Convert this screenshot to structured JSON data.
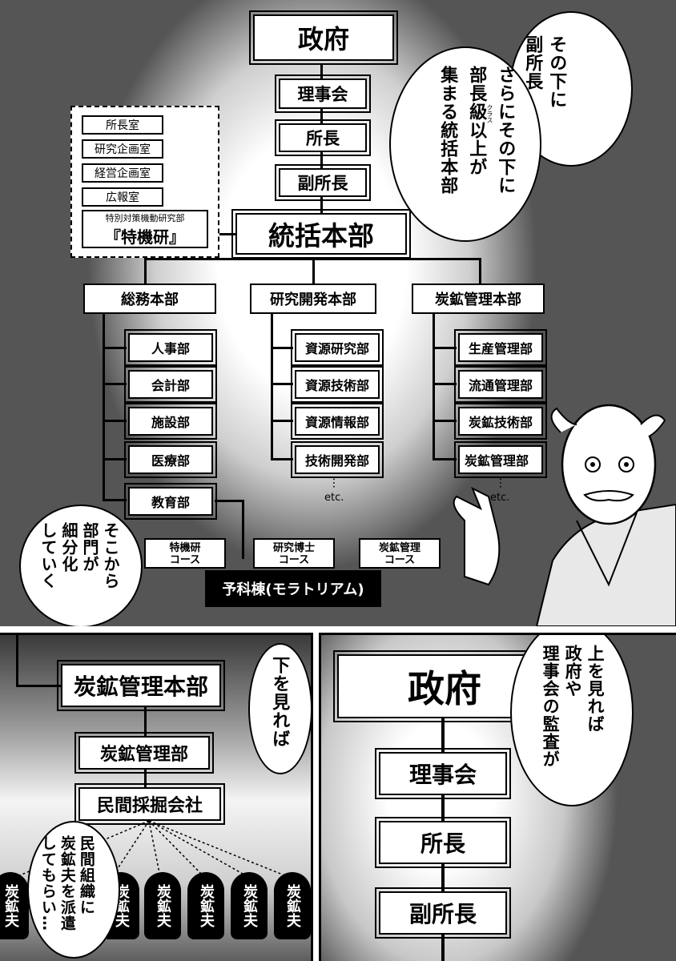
{
  "panel1": {
    "chart": {
      "government": "政府",
      "board": "理事会",
      "director": "所長",
      "vice_director": "副所長",
      "hq": "統括本部",
      "staff_offices": [
        "所長室",
        "研究企画室",
        "経営企画室",
        "広報室"
      ],
      "special_unit_small": "特別対策機動研究部",
      "special_unit_big": "『特機研』",
      "divisions": [
        {
          "name": "総務本部",
          "depts": [
            "人事部",
            "会計部",
            "施設部",
            "医療部",
            "教育部"
          ]
        },
        {
          "name": "研究開発本部",
          "depts": [
            "資源研究部",
            "資源技術部",
            "資源情報部",
            "技術開発部"
          ]
        },
        {
          "name": "炭鉱管理本部",
          "depts": [
            "生産管理部",
            "流通管理部",
            "炭鉱技術部",
            "炭鉱管理部"
          ]
        }
      ],
      "etc": "etc.",
      "ellipsis": "…",
      "courses": [
        {
          "line1": "特機研",
          "line2": "コース"
        },
        {
          "line1": "研究博士",
          "line2": "コース"
        },
        {
          "line1": "炭鉱管理",
          "line2": "コース"
        }
      ],
      "prep": "予科棟(モラトリアム)"
    },
    "bubbles": {
      "top_right_col1": "その下に",
      "top_right_col2": "副所長",
      "main_col1": "さらにその下に",
      "main_col2": "部長級以上が",
      "main_col3": "集まる統括本部",
      "ruby": "クラス",
      "left_col1": "そこから",
      "left_col2": "部門が",
      "left_col3": "細分化",
      "left_col4": "していく"
    }
  },
  "panel2": {
    "hq": "炭鉱管理本部",
    "dept": "炭鉱管理部",
    "company": "民間採掘会社",
    "miner": "炭鉱夫",
    "bubble_top": "下を見れば",
    "bubble_col1": "民間組織に",
    "bubble_col2": "炭鉱夫を派遣",
    "bubble_col3": "してもらい…"
  },
  "panel3": {
    "government": "政府",
    "board": "理事会",
    "director": "所長",
    "vice_director": "副所長",
    "bubble_col1": "上を見れば",
    "bubble_col2": "政府や",
    "bubble_col3": "理事会の監査が"
  }
}
